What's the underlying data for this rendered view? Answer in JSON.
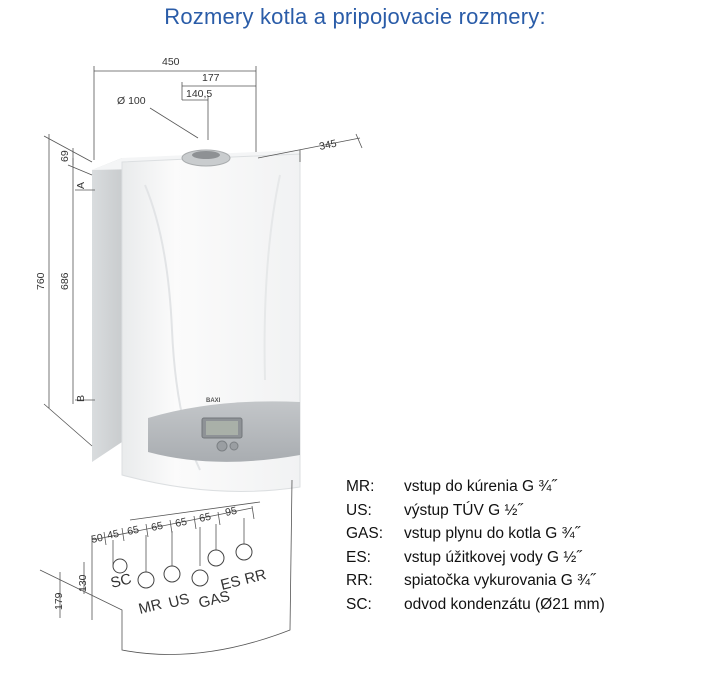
{
  "title": "Rozmery kotla a pripojovacie rozmery:",
  "dimensions": {
    "width": "450",
    "w177": "177",
    "w1405": "140,5",
    "diameter": "Ø 100",
    "depth": "345",
    "height": "760",
    "h686": "686",
    "h69": "69",
    "label_a": "A",
    "label_b": "B",
    "spacings": [
      "50",
      "45",
      "65",
      "65",
      "65",
      "95"
    ],
    "v179": "179",
    "v130": "130"
  },
  "brand": "BAXI",
  "connections": [
    "SC",
    "MR",
    "US",
    "GAS",
    "ES",
    "RR"
  ],
  "legend": [
    {
      "code": "MR:",
      "desc": "vstup do kúrenia G ¾˝"
    },
    {
      "code": "US:",
      "desc": "výstup TÚV G ½˝"
    },
    {
      "code": "GAS:",
      "desc": "vstup plynu do kotla G ¾˝"
    },
    {
      "code": "ES:",
      "desc": "vstup úžitkovej vody G ½˝"
    },
    {
      "code": "RR:",
      "desc": "spiatočka vykurovania G ¾˝"
    },
    {
      "code": "SC:",
      "desc": "odvod kondenzátu (Ø21 mm)"
    }
  ],
  "colors": {
    "title": "#2a5ca8"
  }
}
